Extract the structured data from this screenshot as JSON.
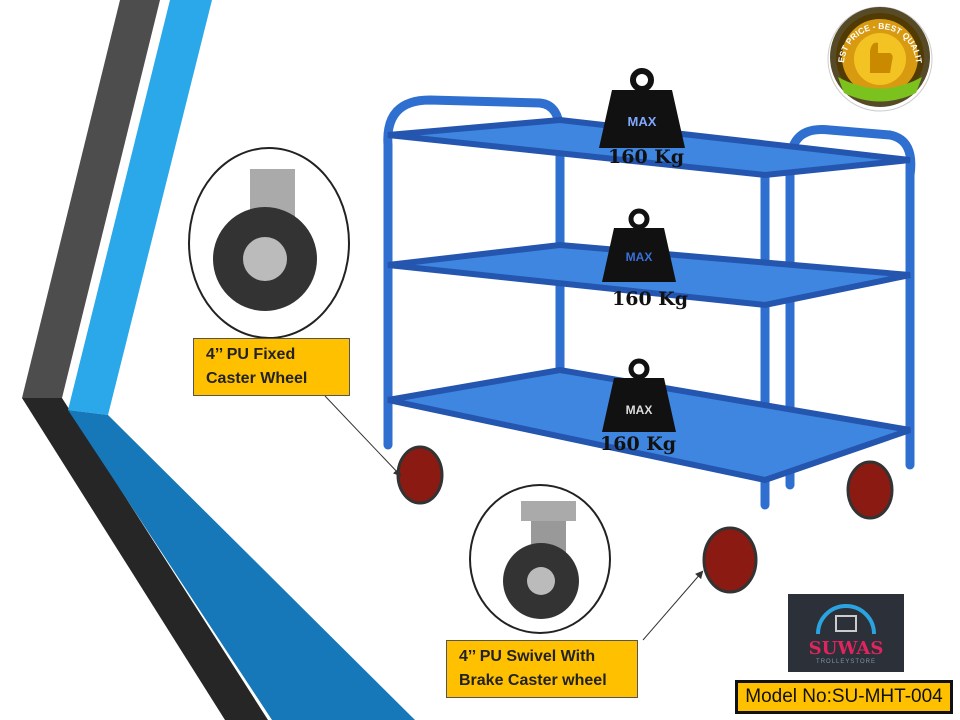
{
  "product": {
    "load_rating": [
      {
        "max_label": "MAX",
        "capacity": "160 Kg"
      },
      {
        "max_label": "MAX",
        "capacity": "160 Kg"
      },
      {
        "max_label": "MAX",
        "capacity": "160 Kg"
      }
    ],
    "fixed_caster_label_line1": "4’’ PU Fixed",
    "fixed_caster_label_line2": "Caster Wheel",
    "swivel_caster_label_line1": "4’’ PU Swivel With",
    "swivel_caster_label_line2": "Brake Caster wheel",
    "model_number": "Model No:SU-MHT-004"
  },
  "badge": {
    "text": "BEST PRICE - BEST QUALITY"
  },
  "logo": {
    "name": "SUWAS",
    "tagline": "TROLLEYSTORE"
  },
  "colors": {
    "accent": "#ffc000",
    "frame_blue": "#2f6fd0",
    "stripe_blue": "#29a3e8",
    "stripe_dark": "#4a4a4a"
  }
}
